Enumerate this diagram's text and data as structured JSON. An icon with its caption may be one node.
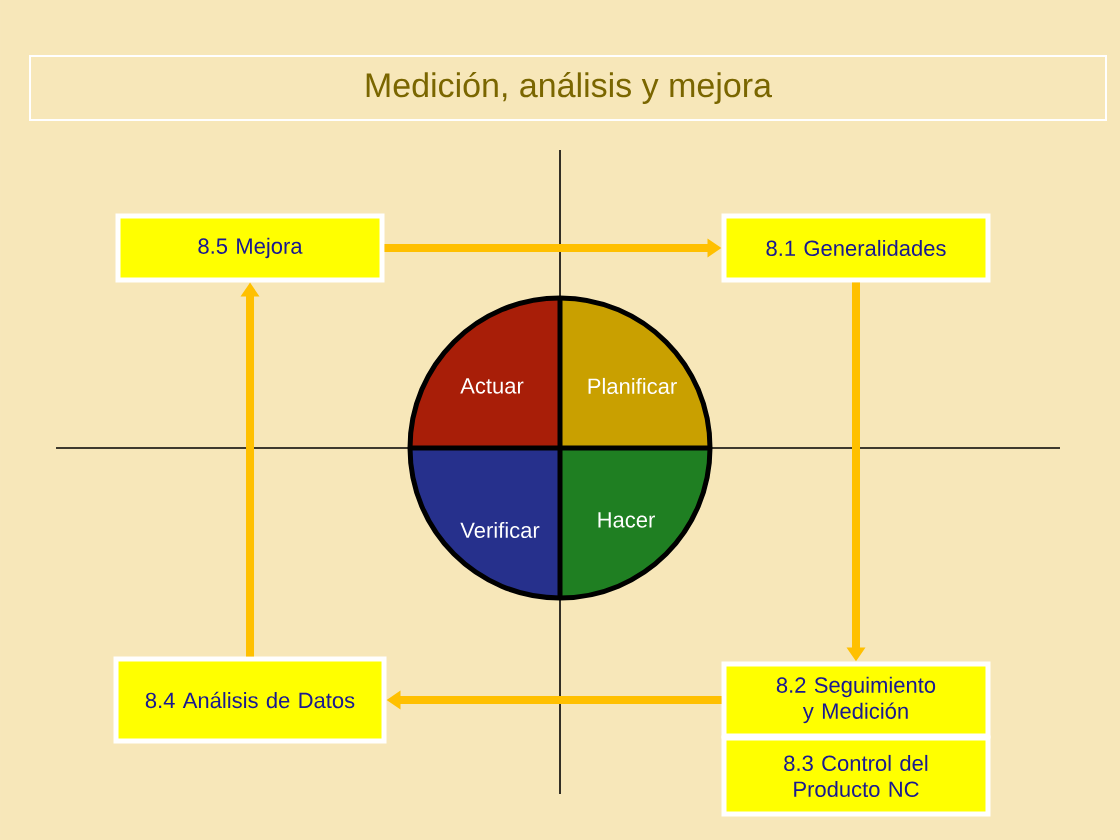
{
  "diagram": {
    "title": "Medición, análisis y mejora",
    "nodes": [
      {
        "text": [
          "8.5 Mejora"
        ]
      },
      {
        "text": [
          "8.1 Generalidades"
        ]
      },
      {
        "text": [
          "8.2 Seguimiento y Medición"
        ]
      },
      {
        "text": [
          "8.3 Control del Producto NC"
        ]
      },
      {
        "text": [
          "8.4 Análisis de Datos"
        ]
      },
      {
        "text": [
          "Actuar"
        ]
      },
      {
        "text": [
          "Planificar"
        ]
      },
      {
        "text": [
          "Verificar"
        ]
      },
      {
        "text": [
          "Hacer"
        ]
      }
    ],
    "edges": [
      {
        "from": 0,
        "to": 1,
        "arrow": "to"
      },
      {
        "from": 1,
        "to": 2,
        "arrow": "to"
      },
      {
        "from": 2,
        "to": 4,
        "arrow": "to"
      },
      {
        "from": 4,
        "to": 0,
        "arrow": "to"
      }
    ]
  }
}
